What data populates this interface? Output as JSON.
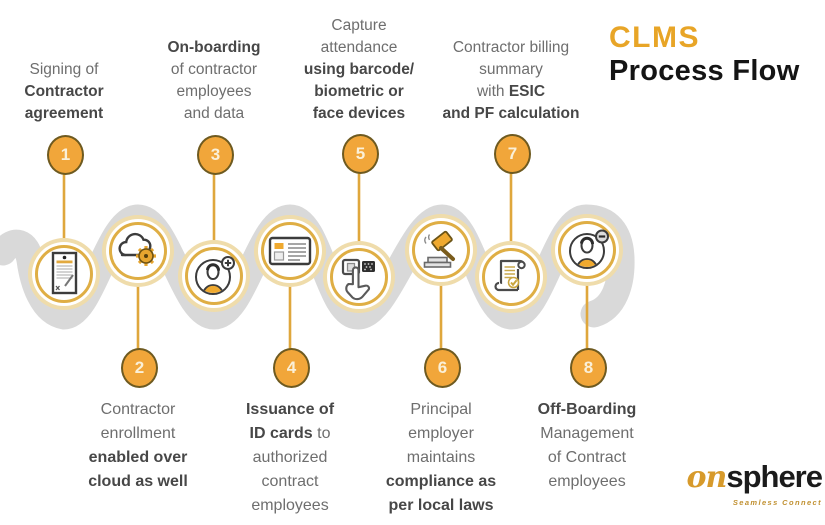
{
  "title": {
    "brand": "CLMS",
    "subtitle": "Process Flow"
  },
  "logo": {
    "prefix": "on",
    "name": "sphere",
    "tagline": "Seamless Connect"
  },
  "colors": {
    "accent_gold": "#EFA92F",
    "ring_gold": "#DFAE44",
    "wave_gray": "#D9D9D9",
    "badge_fill": "#F1A63A",
    "badge_border": "#6E5A20",
    "brand_gold": "#E8A527",
    "text_regular": "#6E6E6E",
    "text_bold": "#474747"
  },
  "steps": [
    {
      "number": "1",
      "icon": "contract-document-icon",
      "lines": [
        {
          "segments": [
            {
              "text": "Signing of",
              "bold": false
            }
          ]
        },
        {
          "segments": [
            {
              "text": "Contractor",
              "bold": true
            }
          ]
        },
        {
          "segments": [
            {
              "text": "agreement",
              "bold": true
            }
          ]
        }
      ]
    },
    {
      "number": "2",
      "icon": "cloud-gear-icon",
      "lines": [
        {
          "segments": [
            {
              "text": "Contractor",
              "bold": false
            }
          ]
        },
        {
          "segments": [
            {
              "text": "enrollment",
              "bold": false
            }
          ]
        },
        {
          "segments": [
            {
              "text": "enabled over",
              "bold": true
            }
          ]
        },
        {
          "segments": [
            {
              "text": "cloud as well",
              "bold": true
            }
          ]
        }
      ]
    },
    {
      "number": "3",
      "icon": "person-add-icon",
      "lines": [
        {
          "segments": [
            {
              "text": "On-boarding",
              "bold": true
            }
          ]
        },
        {
          "segments": [
            {
              "text": "of contractor",
              "bold": false
            }
          ]
        },
        {
          "segments": [
            {
              "text": "employees",
              "bold": false
            }
          ]
        },
        {
          "segments": [
            {
              "text": "and data",
              "bold": false
            }
          ]
        }
      ]
    },
    {
      "number": "4",
      "icon": "id-card-icon",
      "lines": [
        {
          "segments": [
            {
              "text": "Issuance of",
              "bold": true
            }
          ]
        },
        {
          "segments": [
            {
              "text": "ID cards",
              "bold": true
            },
            {
              "text": " to",
              "bold": false
            }
          ]
        },
        {
          "segments": [
            {
              "text": "authorized",
              "bold": false
            }
          ]
        },
        {
          "segments": [
            {
              "text": "contract",
              "bold": false
            }
          ]
        },
        {
          "segments": [
            {
              "text": "employees",
              "bold": false
            }
          ]
        }
      ]
    },
    {
      "number": "5",
      "icon": "biometric-attendance-icon",
      "lines": [
        {
          "segments": [
            {
              "text": "Capture",
              "bold": false
            }
          ]
        },
        {
          "segments": [
            {
              "text": "attendance",
              "bold": false
            }
          ]
        },
        {
          "segments": [
            {
              "text": "using barcode/",
              "bold": true
            }
          ]
        },
        {
          "segments": [
            {
              "text": "biometric or",
              "bold": true
            }
          ]
        },
        {
          "segments": [
            {
              "text": "face devices",
              "bold": true
            }
          ]
        }
      ]
    },
    {
      "number": "6",
      "icon": "gavel-compliance-icon",
      "lines": [
        {
          "segments": [
            {
              "text": "Principal",
              "bold": false
            }
          ]
        },
        {
          "segments": [
            {
              "text": "employer",
              "bold": false
            }
          ]
        },
        {
          "segments": [
            {
              "text": "maintains",
              "bold": false
            }
          ]
        },
        {
          "segments": [
            {
              "text": "compliance as",
              "bold": true
            }
          ]
        },
        {
          "segments": [
            {
              "text": "per local laws",
              "bold": true
            }
          ]
        }
      ]
    },
    {
      "number": "7",
      "icon": "billing-scroll-icon",
      "lines": [
        {
          "segments": [
            {
              "text": "Contractor billing",
              "bold": false
            }
          ]
        },
        {
          "segments": [
            {
              "text": "summary",
              "bold": false
            }
          ]
        },
        {
          "segments": [
            {
              "text": "with ",
              "bold": false
            },
            {
              "text": "ESIC",
              "bold": true
            }
          ]
        },
        {
          "segments": [
            {
              "text": "and PF calculation",
              "bold": true
            }
          ]
        }
      ]
    },
    {
      "number": "8",
      "icon": "person-remove-icon",
      "lines": [
        {
          "segments": [
            {
              "text": "Off-Boarding",
              "bold": true
            }
          ]
        },
        {
          "segments": [
            {
              "text": "Management",
              "bold": false
            }
          ]
        },
        {
          "segments": [
            {
              "text": "of Contract",
              "bold": false
            }
          ]
        },
        {
          "segments": [
            {
              "text": "employees",
              "bold": false
            }
          ]
        }
      ]
    }
  ]
}
